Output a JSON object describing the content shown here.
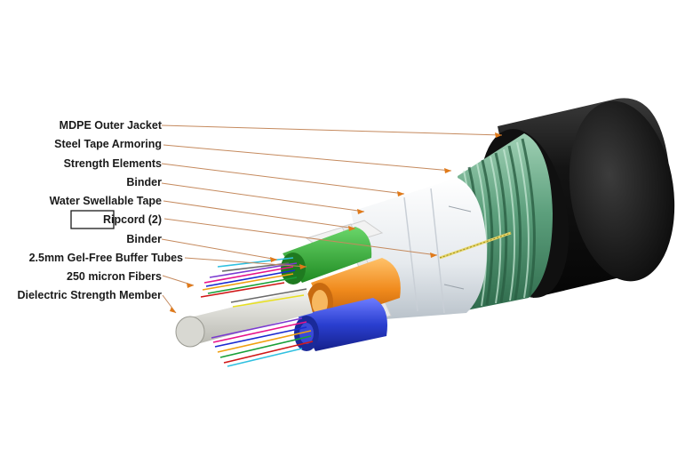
{
  "labels": [
    {
      "id": "mdpe-outer-jacket",
      "text": "MDPE Outer Jacket"
    },
    {
      "id": "steel-tape-armoring",
      "text": "Steel Tape Armoring"
    },
    {
      "id": "strength-elements",
      "text": "Strength Elements"
    },
    {
      "id": "binder-outer",
      "text": "Binder"
    },
    {
      "id": "water-swellable-tape",
      "text": "Water Swellable Tape"
    },
    {
      "id": "ripcord",
      "text": "Ripcord (2)"
    },
    {
      "id": "binder-inner",
      "text": "Binder"
    },
    {
      "id": "buffer-tubes",
      "text": "2.5mm Gel-Free Buffer Tubes"
    },
    {
      "id": "micron-fibers",
      "text": "250 micron Fibers"
    },
    {
      "id": "dielectric-member",
      "text": "Dielectric Strength Member"
    }
  ],
  "colors": {
    "jacket": "#1b1b1b",
    "armor": "#5d9f7c",
    "tube_green": "#2ea02e",
    "tube_orange": "#f08a1c",
    "tube_blue": "#2a3fd0",
    "leader_arrow": "#e07a1a"
  }
}
